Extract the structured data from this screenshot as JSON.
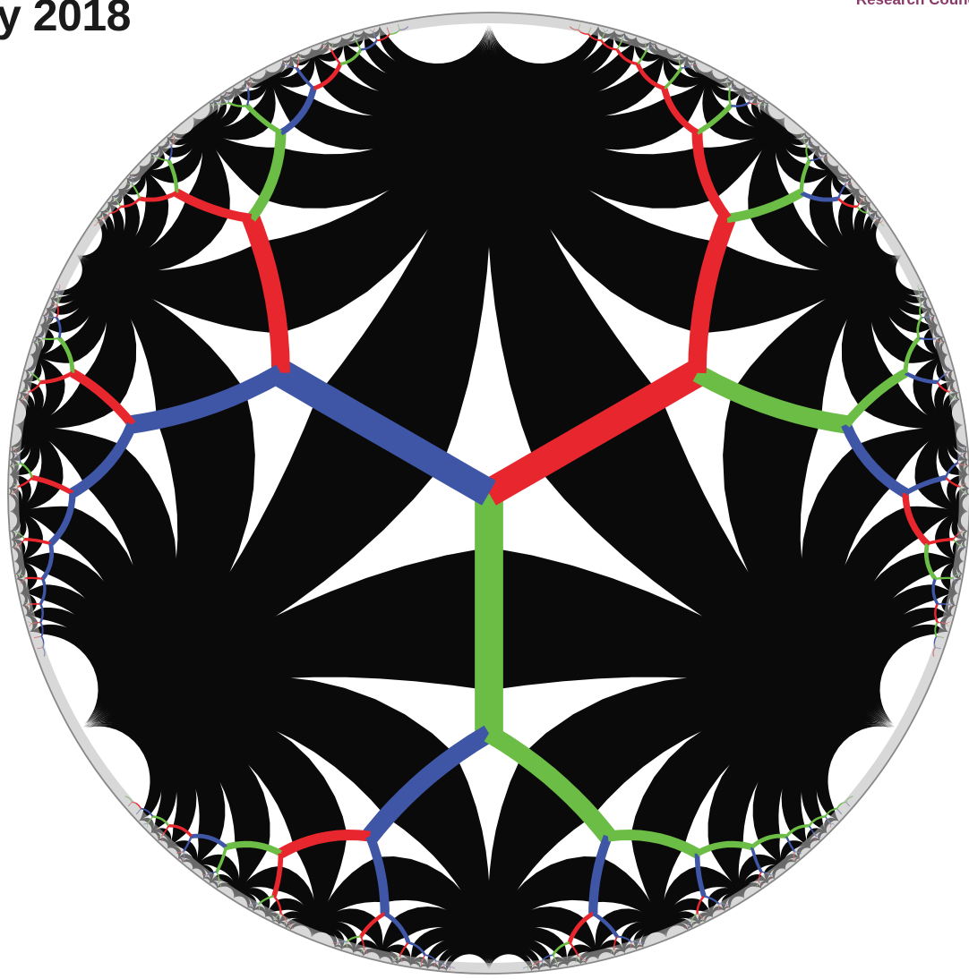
{
  "header": {
    "title": "y 2018",
    "org_name": "Research Counc"
  },
  "colors": {
    "background": "#ffffff",
    "title_text": "#1a1a1a",
    "org_text": "#8a3a6a",
    "disk_rim": "#888888",
    "edge_red": "#e8262d",
    "edge_blue": "#3f56a6",
    "edge_green": "#6cbd45",
    "fin_black": "#0a0a0a"
  },
  "illustration": {
    "subject": "hyperbolic-tiling-poincare-disk",
    "edge_palette": [
      "red",
      "blue",
      "green"
    ]
  }
}
